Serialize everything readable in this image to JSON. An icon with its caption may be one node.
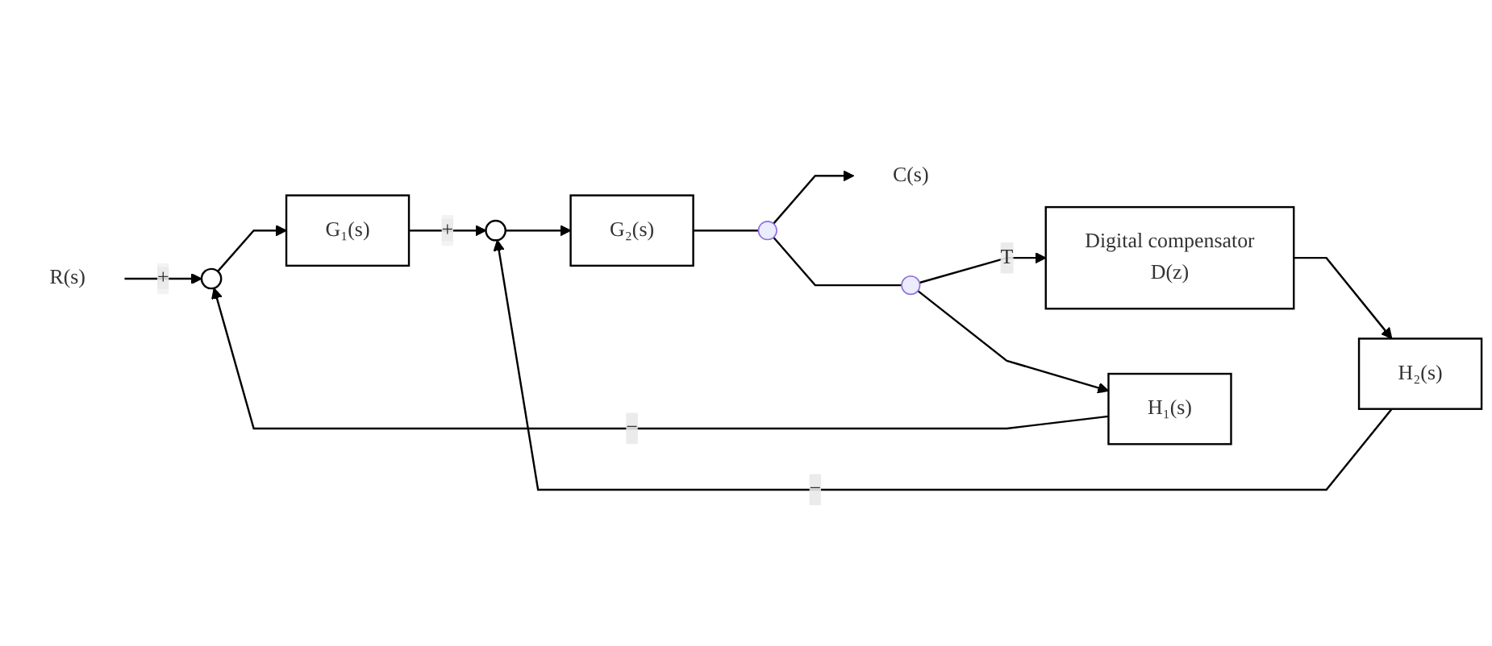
{
  "diagram": {
    "nodes": [
      {
        "text": [
          "R(s)"
        ]
      },
      {
        "text": [],
        "shape": "circle"
      },
      {
        "text": [
          "G₁(s)"
        ]
      },
      {
        "text": [],
        "shape": "circle"
      },
      {
        "text": [
          "G₂(s)"
        ]
      },
      {
        "text": [
          "C(s)"
        ]
      },
      {
        "text": [],
        "shape": "dot"
      },
      {
        "text": [
          "H₂(s)"
        ]
      },
      {
        "text": [
          "Digital compensator",
          "D(z)"
        ]
      },
      {
        "text": [],
        "shape": "dot"
      },
      {
        "text": [
          "H₁(s)"
        ]
      }
    ],
    "edges": [
      {
        "from": 0,
        "to": 1,
        "arrow": "to",
        "label": "+"
      },
      {
        "from": 1,
        "to": 2,
        "arrow": "to"
      },
      {
        "from": 2,
        "to": 3,
        "arrow": "to",
        "label": "+"
      },
      {
        "from": 3,
        "to": 4,
        "arrow": "to"
      },
      {
        "from": 4,
        "to": 6,
        "arrow": "none"
      },
      {
        "from": 6,
        "to": 5,
        "arrow": "to"
      },
      {
        "from": 6,
        "to": 9,
        "arrow": "none"
      },
      {
        "from": 9,
        "to": 8,
        "arrow": "to",
        "label": "T"
      },
      {
        "from": 8,
        "to": 7,
        "arrow": "to"
      },
      {
        "from": 7,
        "to": 3,
        "arrow": "to",
        "label": "−"
      },
      {
        "from": 9,
        "to": 10,
        "arrow": "to"
      },
      {
        "from": 10,
        "to": 1,
        "arrow": "to",
        "label": "−"
      }
    ]
  }
}
